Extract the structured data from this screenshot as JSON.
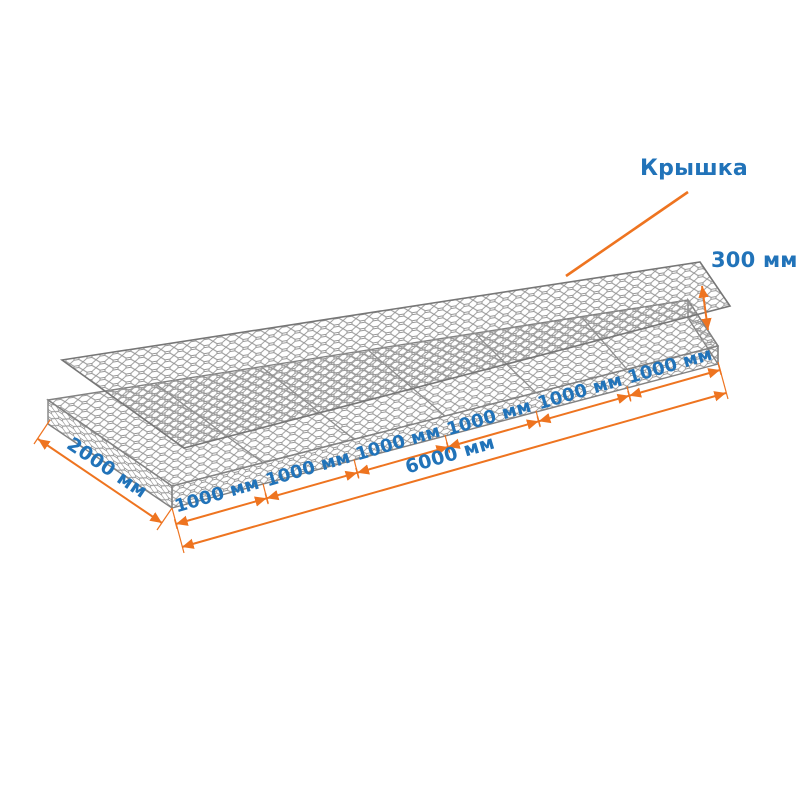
{
  "diagram": {
    "lid_label": "Крышка",
    "height_label": "300 мм",
    "width_label": "2000 мм",
    "length_label": "6000 мм",
    "segment_labels": [
      "1000 мм",
      "1000 мм",
      "1000 мм",
      "1000 мм",
      "1000 мм",
      "1000 мм"
    ],
    "colors": {
      "dimension_orange": "#EE7420",
      "label_blue": "#2173B9",
      "mesh_gray": "#979797"
    }
  }
}
